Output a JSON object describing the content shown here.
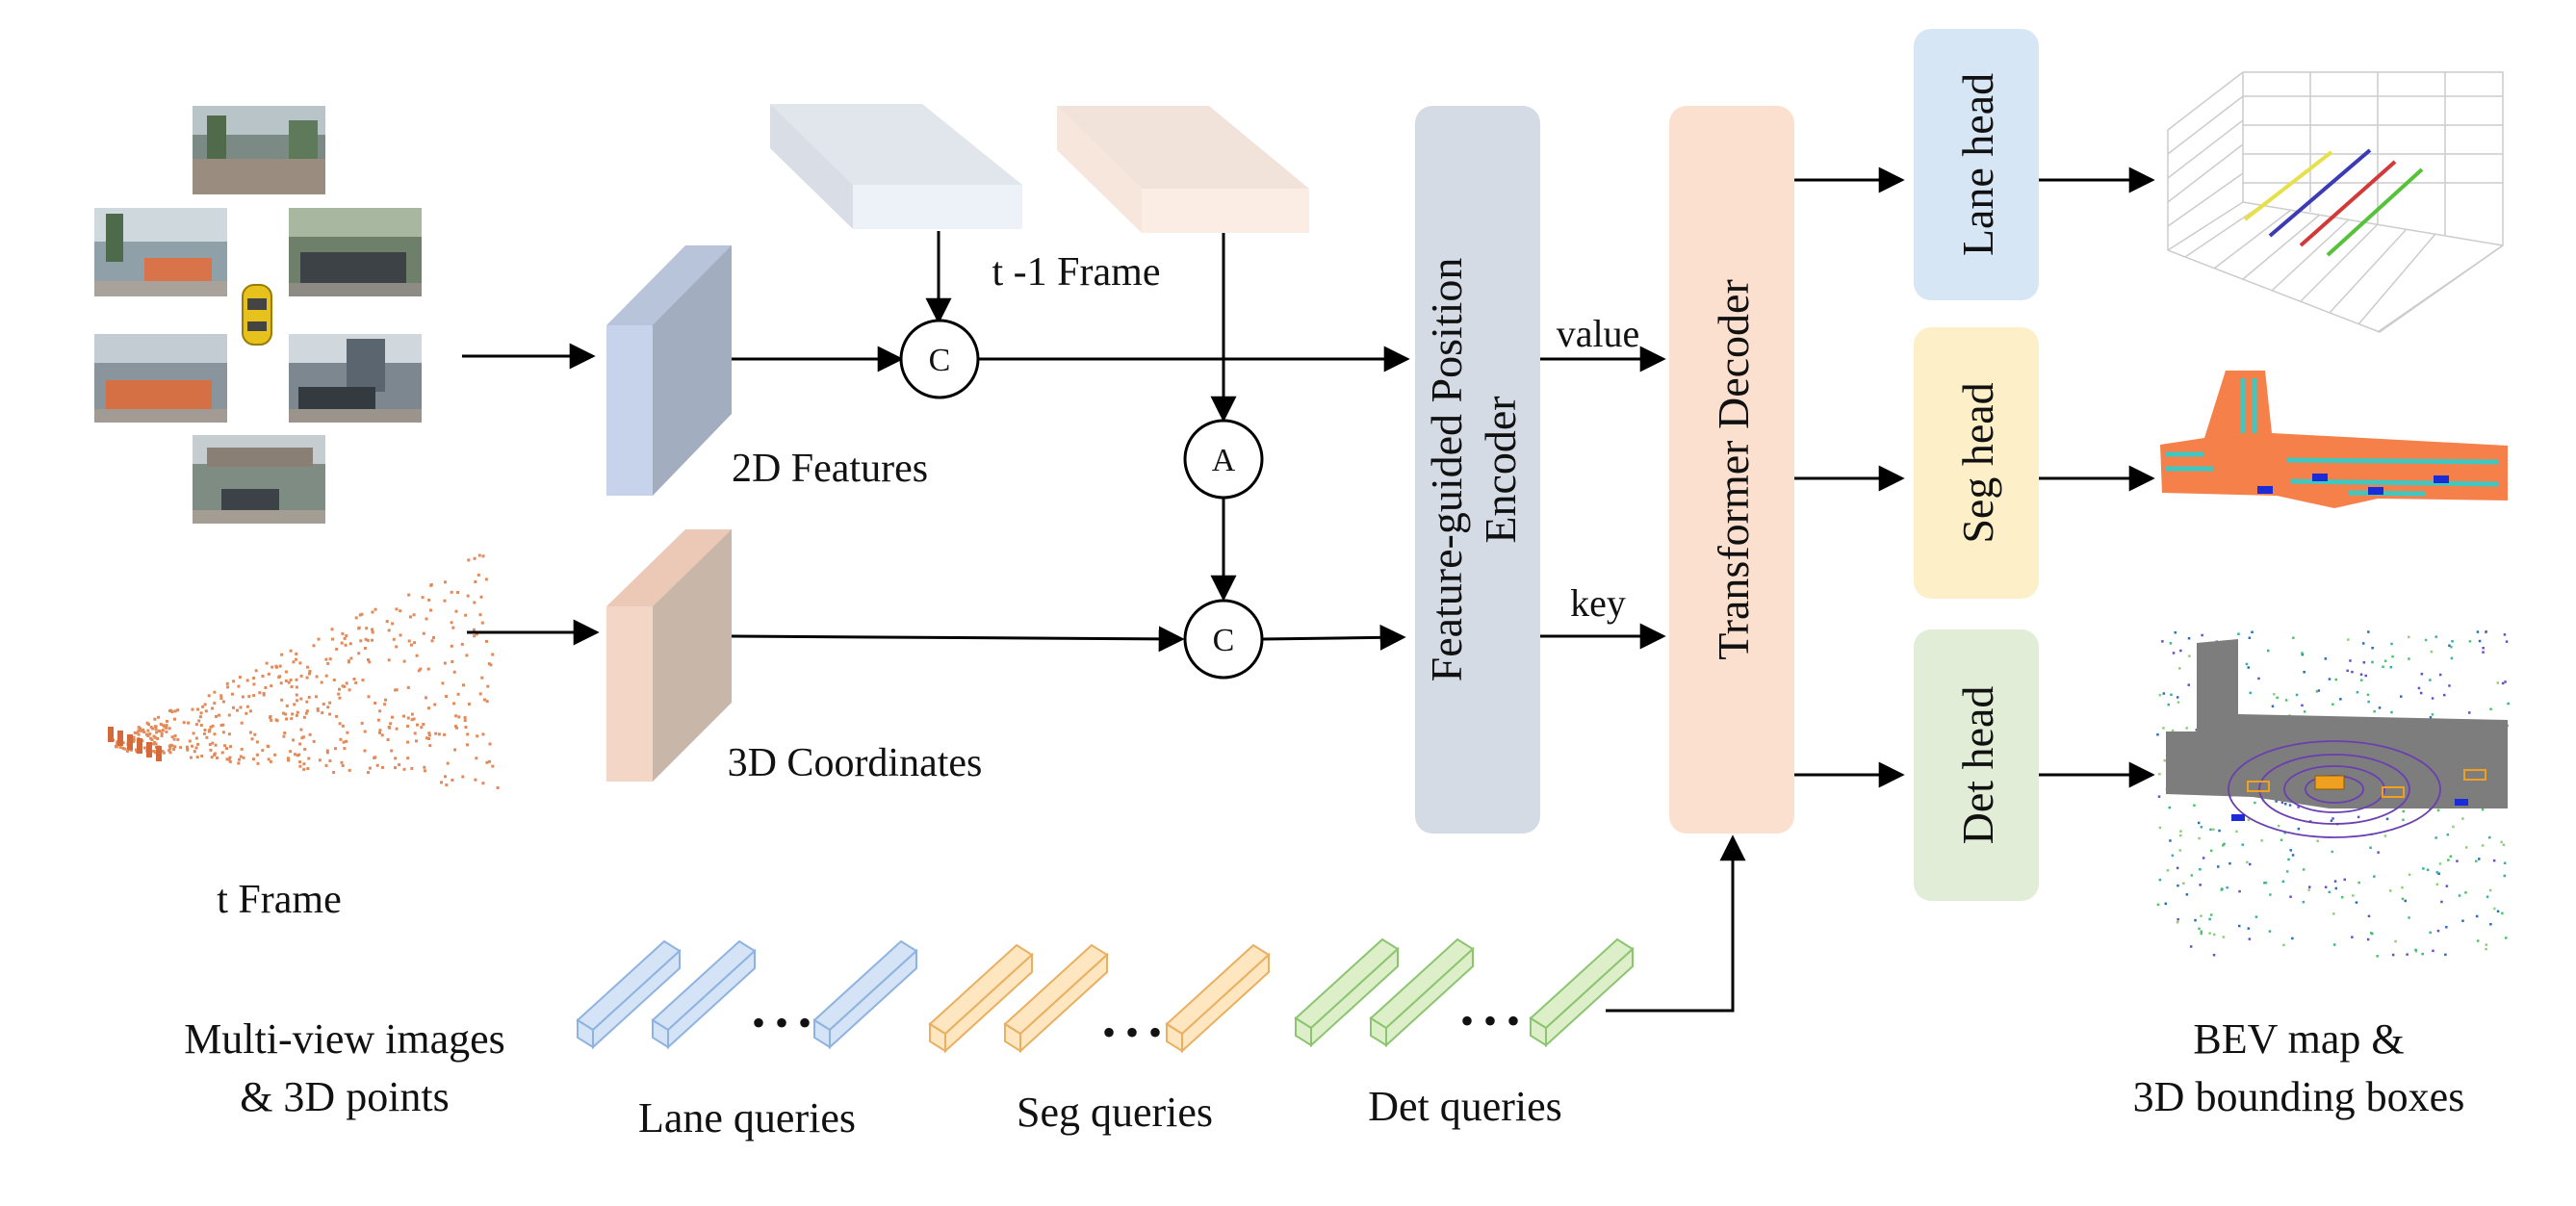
{
  "labels": {
    "t_frame": "t  Frame",
    "prev_frame": "t -1 Frame",
    "features_2d": "2D Features",
    "coords_3d": "3D Coordinates",
    "inputs_line1": "Multi-view images",
    "inputs_line2": "& 3D points",
    "lane_queries": "Lane queries",
    "seg_queries": "Seg queries",
    "det_queries": "Det queries",
    "encoder_line1": "Feature-guided Position",
    "encoder_line2": "Encoder",
    "decoder": "Transformer  Decoder",
    "value": "value",
    "key": "key",
    "lane_head": "Lane head",
    "seg_head": "Seg head",
    "det_head": "Det head",
    "outputs_line1": "BEV map &",
    "outputs_line2": "3D bounding boxes",
    "concat_op": "C",
    "align_op": "A",
    "ellipsis": "• • •"
  },
  "colors": {
    "features_2d": "#c6d3ea",
    "coords_3d": "#f3d6c6",
    "encoder": "#d5dbe5",
    "decoder": "#fbe0cf",
    "lane_head": "#d7e6f4",
    "seg_head": "#fdf0c8",
    "det_head": "#e1edd6",
    "lane_query": "#d4e3f5",
    "seg_query": "#fde6c0",
    "det_query": "#dcefc9",
    "seg_map": "#f5804a",
    "lane_yellow": "#e6e04a",
    "lane_blue": "#3b3bb5",
    "lane_red": "#d23a3a",
    "lane_green": "#55c23a"
  }
}
